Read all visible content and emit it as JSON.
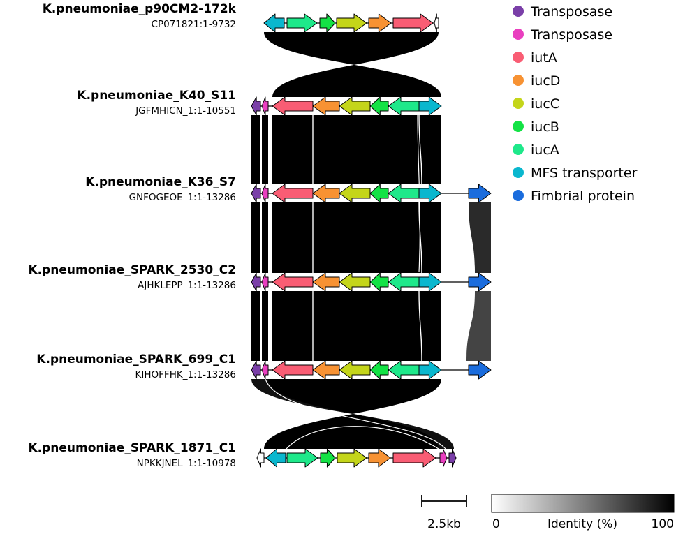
{
  "colors": {
    "iucA": "#1ee88a",
    "iucB": "#13e245",
    "iucC": "#c4d51a",
    "iucD": "#f79233",
    "iutA": "#f95d74",
    "MFS transporter": "#0ab7ce",
    "Fimbrial protein": "#1a6cdd",
    "Transposase_purple": "#7a3fa8",
    "Transposase_pink": "#e93fbf",
    "blank": "#ffffff"
  },
  "genomes": [
    {
      "name": "K.pneumoniae_p90CM2-172k",
      "accession": "CP071821:1-9732"
    },
    {
      "name": "K.pneumoniae_K40_S11",
      "accession": "JGFMHICN_1:1-10551"
    },
    {
      "name": "K.pneumoniae_K36_S7",
      "accession": "GNFOGEOE_1:1-13286"
    },
    {
      "name": "K.pneumoniae_SPARK_2530_C2",
      "accession": "AJHKLEPP_1:1-13286"
    },
    {
      "name": "K.pneumoniae_SPARK_699_C1",
      "accession": "KIHOFFHK_1:1-13286"
    },
    {
      "name": "K.pneumoniae_SPARK_1871_C1",
      "accession": "NPKKJNEL_1:1-10978"
    }
  ],
  "legend": [
    {
      "label": "Transposase",
      "color": "#7a3fa8",
      "icon": "transposase-purple-dot-icon"
    },
    {
      "label": "Transposase",
      "color": "#e93fbf",
      "icon": "transposase-pink-dot-icon"
    },
    {
      "label": "iutA",
      "color": "#f95d74",
      "icon": "iuta-dot-icon"
    },
    {
      "label": "iucD",
      "color": "#f79233",
      "icon": "iucd-dot-icon"
    },
    {
      "label": "iucC",
      "color": "#c4d51a",
      "icon": "iucc-dot-icon"
    },
    {
      "label": "iucB",
      "color": "#13e245",
      "icon": "iucb-dot-icon"
    },
    {
      "label": "iucA",
      "color": "#1ee88a",
      "icon": "iuca-dot-icon"
    },
    {
      "label": "MFS transporter",
      "color": "#0ab7ce",
      "icon": "mfs-transporter-dot-icon"
    },
    {
      "label": "Fimbrial protein",
      "color": "#1a6cdd",
      "icon": "fimbrial-protein-dot-icon"
    }
  ],
  "scale": {
    "label": "2.5kb"
  },
  "colorbar": {
    "min_label": "0",
    "title": "Identity (%)",
    "max_label": "100"
  }
}
